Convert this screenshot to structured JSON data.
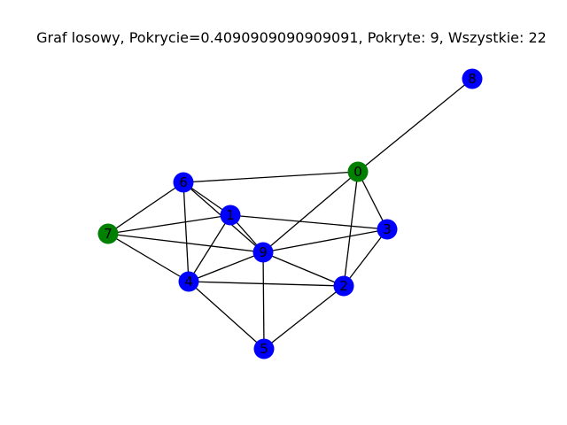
{
  "title": "Graf losowy, Pokrycie=0.4090909090909091, Pokryte: 9, Wszystkie: 22",
  "colors": {
    "covered": "#008000",
    "uncovered": "#0000ff",
    "edge": "#000000",
    "label": "#000000"
  },
  "nodes": [
    {
      "id": "0",
      "label": "0",
      "status": "covered"
    },
    {
      "id": "1",
      "label": "1",
      "status": "uncovered"
    },
    {
      "id": "2",
      "label": "2",
      "status": "uncovered"
    },
    {
      "id": "3",
      "label": "3",
      "status": "uncovered"
    },
    {
      "id": "4",
      "label": "4",
      "status": "uncovered"
    },
    {
      "id": "5",
      "label": "5",
      "status": "uncovered"
    },
    {
      "id": "6",
      "label": "6",
      "status": "uncovered"
    },
    {
      "id": "7",
      "label": "7",
      "status": "covered"
    },
    {
      "id": "8",
      "label": "8",
      "status": "uncovered"
    },
    {
      "id": "9",
      "label": "9",
      "status": "uncovered"
    }
  ],
  "edges": [
    [
      "0",
      "8"
    ],
    [
      "0",
      "6"
    ],
    [
      "0",
      "3"
    ],
    [
      "0",
      "9"
    ],
    [
      "0",
      "2"
    ],
    [
      "6",
      "7"
    ],
    [
      "6",
      "1"
    ],
    [
      "6",
      "4"
    ],
    [
      "6",
      "9"
    ],
    [
      "1",
      "7"
    ],
    [
      "1",
      "3"
    ],
    [
      "1",
      "4"
    ],
    [
      "1",
      "9"
    ],
    [
      "7",
      "9"
    ],
    [
      "7",
      "4"
    ],
    [
      "9",
      "3"
    ],
    [
      "9",
      "4"
    ],
    [
      "9",
      "2"
    ],
    [
      "9",
      "5"
    ],
    [
      "3",
      "2"
    ],
    [
      "4",
      "2"
    ],
    [
      "4",
      "5"
    ],
    [
      "2",
      "5"
    ]
  ]
}
